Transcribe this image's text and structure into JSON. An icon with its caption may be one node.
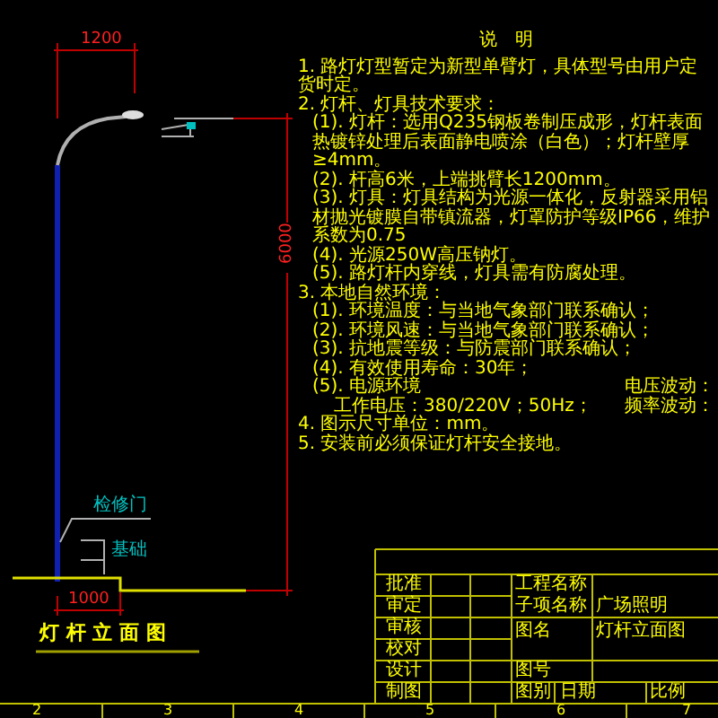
{
  "diagram": {
    "nodes": [
      {
        "text": [
          "检修门"
        ]
      },
      {
        "text": [],
        "shape": "bar"
      }
    ],
    "edges": [
      {
        "from": 0,
        "to": 1,
        "arrow": "none"
      }
    ],
    "labels": [
      "1200",
      "6000",
      "基础",
      "1000",
      "灯 杆 立 面 图",
      "说　明",
      "1. 路灯灯型暂定为新型单臂灯，具体型号由用户定货时定。",
      "2. 灯杆、灯具技术要求：",
      "(1). 灯杆：选用Q235钢板卷制压成形，灯杆表面热镀锌处理后表面静电喷涂（白色）；灯杆壁厚≥4mm。",
      "(2). 杆高6米，上端挑臂长1200mm。",
      "(3). 灯具：灯具结构为光源一体化，反射器采用铝材抛光镀膜自带镇流器，灯罩防护等级IP66，维护系数为0.75",
      "(4). 光源250W高压钠灯。",
      "(5). 路灯杆内穿线，灯具需有防腐处理。",
      "3. 本地自然环境：",
      "(1). 环境温度：与当地气象部门联系确认；",
      "(2). 环境风速：与当地气象部门联系确认；",
      "(3). 抗地震等级：与防震部门联系确认；",
      "(4). 有效使用寿命：30年；",
      "(5). 电源环境",
      "工作电压：380/220V；50Hz；",
      "电压波动：",
      "频率波动：",
      "4. 图示尺寸单位：mm。",
      "5. 安装前必须保证灯杆安全接地。",
      "批准",
      "审定",
      "审核",
      "校对",
      "设计",
      "制图",
      "工程名称",
      "子项名称",
      "广场照明",
      "图名",
      "灯杆立面图",
      "图号",
      "图别",
      "日期",
      "比例",
      "2",
      "3",
      "4",
      "5",
      "6",
      "7"
    ]
  }
}
